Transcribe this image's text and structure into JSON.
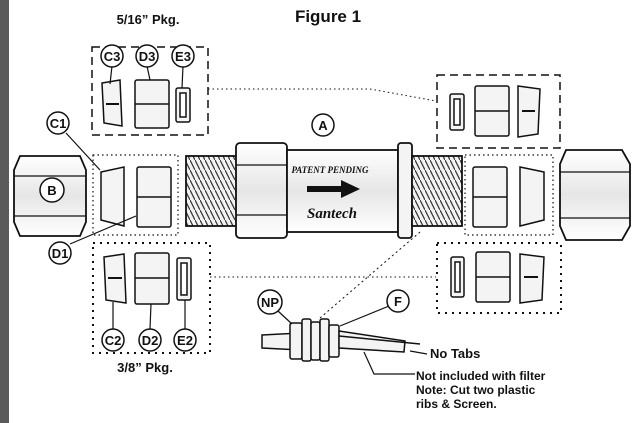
{
  "figure": {
    "title": "Figure 1",
    "pkg_top": "5/16” Pkg.",
    "pkg_bottom": "3/8” Pkg.",
    "parts": {
      "A": "A",
      "B": "B",
      "C1": "C1",
      "D1": "D1",
      "C2": "C2",
      "D2": "D2",
      "E2": "E2",
      "C3": "C3",
      "D3": "D3",
      "E3": "E3",
      "NP": "NP",
      "F": "F"
    },
    "body": {
      "patent": "PATENT PENDING",
      "brand": "Santech"
    },
    "notes": {
      "no_tabs": "No Tabs",
      "line1": "Not included with filter",
      "line2": "Note: Cut two plastic",
      "line3": "ribs & Screen."
    }
  },
  "colors": {
    "ink": "#111111",
    "side_bar": "#5a5a5a",
    "fill_light": "#f4f4f4"
  }
}
